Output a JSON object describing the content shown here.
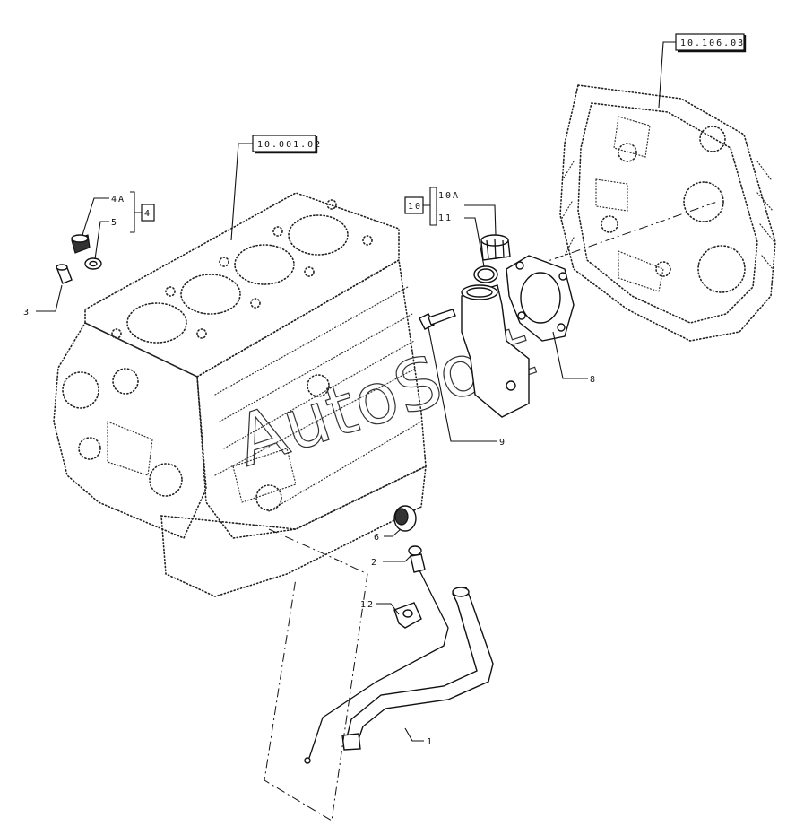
{
  "callouts": {
    "p1": "1",
    "p2": "2",
    "p3": "3",
    "p4a": "4A",
    "p5": "5",
    "p6": "6",
    "p8": "8",
    "p9": "9",
    "p10a": "10A",
    "p11": "11",
    "p12": "12"
  },
  "group_refs": {
    "g4": "4",
    "g10": "10"
  },
  "section_refs": {
    "engine_block": "10.001.02",
    "timing_cover": "10.106.03"
  },
  "watermark": "AutoSoft",
  "icons": {
    "engine_block": "engine-block-icon",
    "timing_cover": "timing-cover-icon",
    "dipstick_tube": "dipstick-tube-icon"
  }
}
